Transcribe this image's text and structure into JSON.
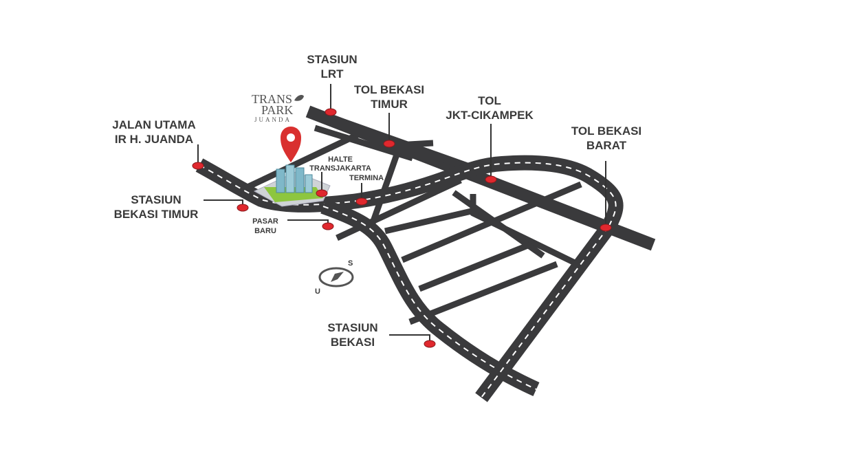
{
  "brand": {
    "line1": "TRANS",
    "line2": "PARK",
    "line3": "JUANDA"
  },
  "labels": {
    "stasiun_lrt_1": "STASIUN",
    "stasiun_lrt_2": "LRT",
    "tol_bekasi_timur_1": "TOL BEKASI",
    "tol_bekasi_timur_2": "TIMUR",
    "tol_jkt_1": "TOL",
    "tol_jkt_2": "JKT-CIKAMPEK",
    "tol_bekasi_barat_1": "TOL BEKASI",
    "tol_bekasi_barat_2": "BARAT",
    "jalan_utama_1": "JALAN UTAMA",
    "jalan_utama_2": "IR H. JUANDA",
    "halte_1": "HALTE",
    "halte_2": "TRANSJAKARTA",
    "terminal": "TERMINA",
    "stasiun_bekasi_timur_1": "STASIUN",
    "stasiun_bekasi_timur_2": "BEKASI TIMUR",
    "pasar_baru_1": "PASAR",
    "pasar_baru_2": "BARU",
    "stasiun_bekasi_1": "STASIUN",
    "stasiun_bekasi_2": "BEKASI"
  },
  "compass": {
    "north_letter": "U",
    "south_letter": "S"
  },
  "colors": {
    "road": "#3a3a3c",
    "marker": "#e0282e",
    "pin": "#d9302f"
  }
}
